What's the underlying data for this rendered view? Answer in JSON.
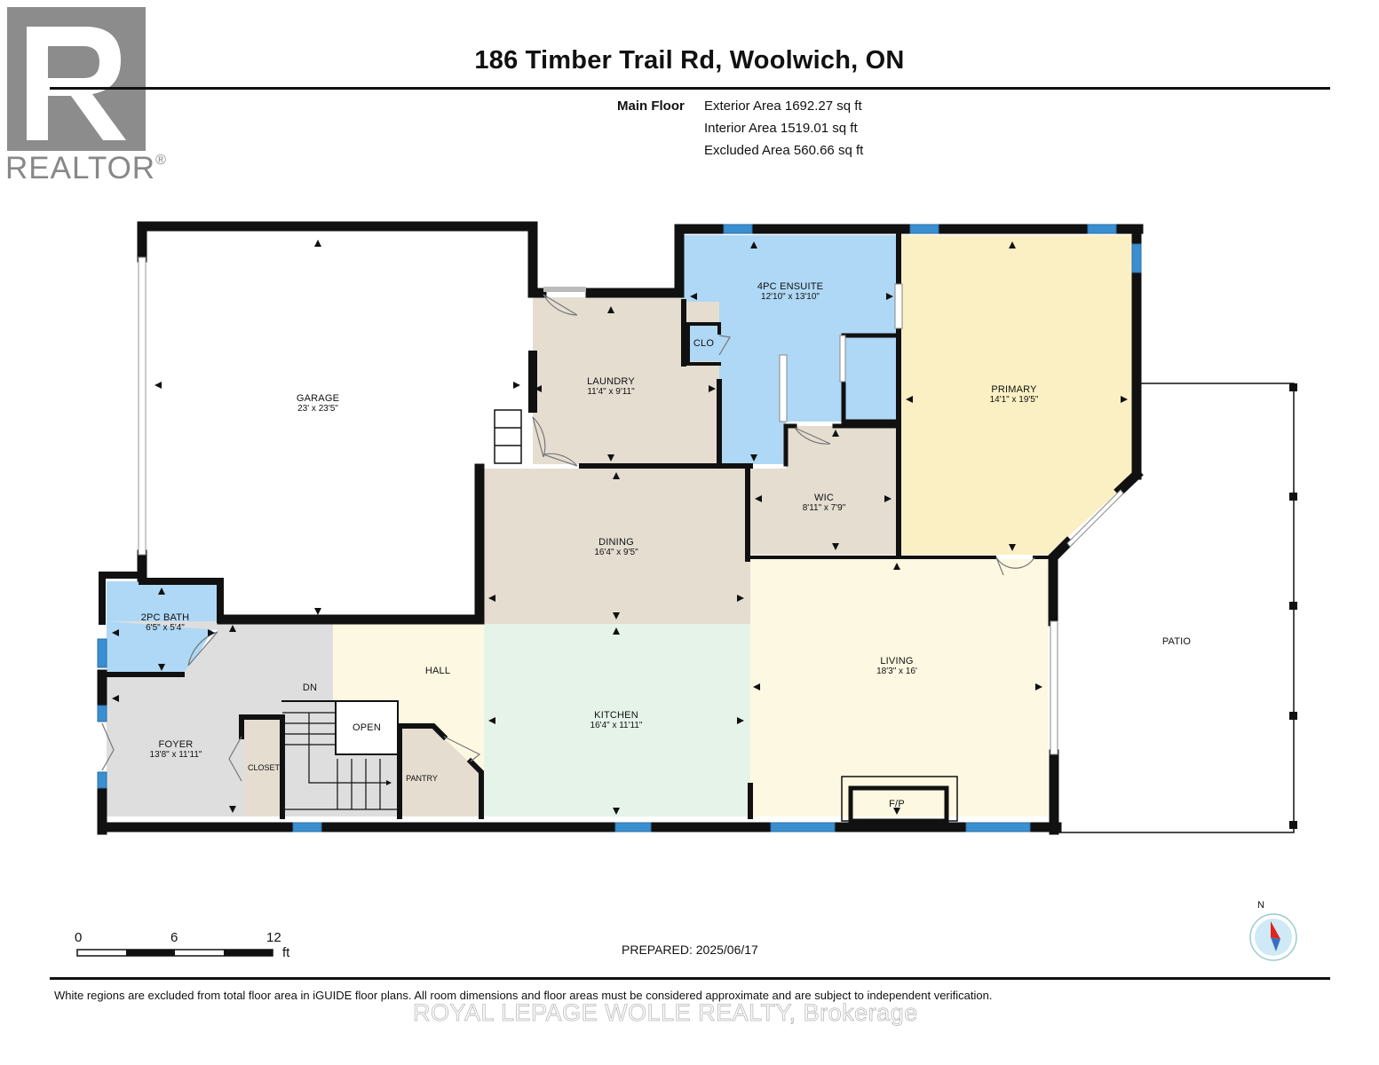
{
  "header": {
    "title": "186 Timber Trail Rd, Woolwich, ON",
    "floor_name": "Main Floor",
    "exterior_area": "Exterior Area 1692.27 sq ft",
    "interior_area": "Interior Area 1519.01 sq ft",
    "excluded_area": "Excluded Area 560.66 sq ft"
  },
  "logo": {
    "text": "REALTOR",
    "mark": "®"
  },
  "rooms": {
    "garage": {
      "name": "GARAGE",
      "dims": "23' x 23'5\""
    },
    "laundry": {
      "name": "LAUNDRY",
      "dims": "11'4\" x 9'11\""
    },
    "ensuite": {
      "name": "4PC ENSUITE",
      "dims": "12'10\" x 13'10\""
    },
    "clo": {
      "name": "CLO"
    },
    "primary": {
      "name": "PRIMARY",
      "dims": "14'1\" x 19'5\""
    },
    "wic": {
      "name": "WIC",
      "dims": "8'11\" x 7'9\""
    },
    "dining": {
      "name": "DINING",
      "dims": "16'4\" x 9'5\""
    },
    "bath": {
      "name": "2PC BATH",
      "dims": "6'5\" x 5'4\""
    },
    "hall": {
      "name": "HALL"
    },
    "dn": {
      "name": "DN"
    },
    "open": {
      "name": "OPEN"
    },
    "foyer": {
      "name": "FOYER",
      "dims": "13'8\" x 11'11\""
    },
    "closet": {
      "name": "CLOSET"
    },
    "pantry": {
      "name": "PANTRY"
    },
    "kitchen": {
      "name": "KITCHEN",
      "dims": "16'4\" x 11'11\""
    },
    "living": {
      "name": "LIVING",
      "dims": "18'3\" x 16'"
    },
    "fp": {
      "name": "F/P"
    },
    "patio": {
      "name": "PATIO"
    }
  },
  "colors": {
    "wall": "#111111",
    "window": "#3a8fd0",
    "blue_room": "#aed8f5",
    "beige_room": "#e5ddd0",
    "yellow_room": "#fbf0c4",
    "light_yellow_room": "#fdf8e1",
    "green_room": "#e5f3e9",
    "gray_room": "#dedede"
  },
  "scale": {
    "labels": [
      "0",
      "6",
      "12"
    ],
    "unit": "ft"
  },
  "compass": {
    "label": "N"
  },
  "footer": {
    "prepared": "PREPARED: 2025/06/17",
    "disclaimer": "White regions are excluded from total floor area in iGUIDE floor plans. All room dimensions and floor areas must be considered approximate and are subject to independent verification.",
    "brokerage": "ROYAL LEPAGE WOLLE REALTY, Brokerage"
  }
}
